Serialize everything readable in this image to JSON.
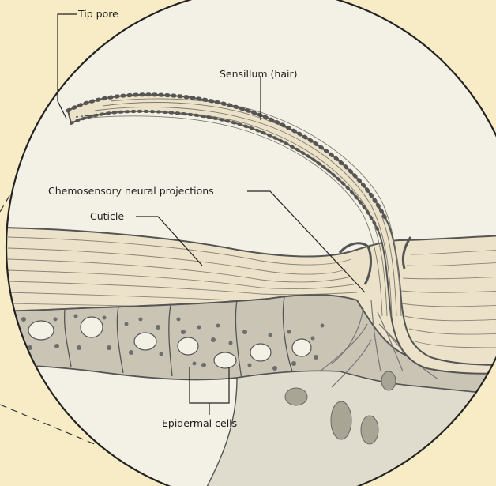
{
  "diagram": {
    "labels": {
      "tip_pore": "Tip pore",
      "sensillum": "Sensillum (hair)",
      "neural_projections": "Chemosensory neural projections",
      "cuticle": "Cuticle",
      "epidermal_cells": "Epidermal cells"
    },
    "colors": {
      "background": "#f8ecc6",
      "magnified_field": "#f3f0e6",
      "cuticle": "#ebe2c9",
      "epidermis": "#c9c4b4",
      "nucleus": "#a9a595",
      "granule": "#6e6e6e",
      "outline": "#444444"
    }
  }
}
